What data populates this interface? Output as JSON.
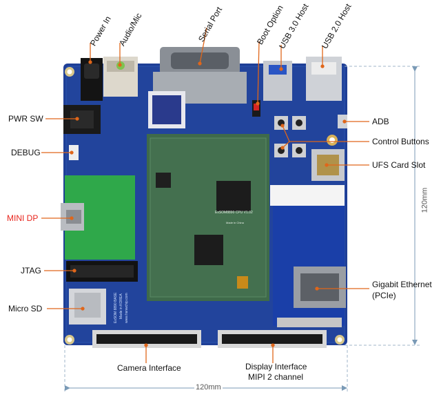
{
  "labels": {
    "power_in": "Power In",
    "audio_mic": "Audio/Mic",
    "serial_port": "Serial Port",
    "boot_option": "Boot Option",
    "usb3_host": "USB 3.0 Host",
    "usb2_host": "USB 2.0 Host",
    "pwr_sw": "PWR SW",
    "debug": "DEBUG",
    "mini_dp": "MINI DP",
    "jtag": "JTAG",
    "micro_sd": "Micro SD",
    "adb": "ADB",
    "control_buttons": "Control Buttons",
    "ufs_card_slot": "UFS Card Slot",
    "gigabit_ethernet_line1": "Gigabit Ethernet",
    "gigabit_ethernet_line2": "(PCIe)",
    "camera_interface": "Camera Interface",
    "display_interface_line1": "Display Interface",
    "display_interface_line2": "MIPI 2 channel"
  },
  "dimensions": {
    "width": "120mm",
    "height": "120mm"
  },
  "board_text": {
    "module_name": "ExSOM8890 CPU V1.02",
    "made_in": "Made in China",
    "base_name": "ExSOM 8890 BASE",
    "made_korea": "Made in KOREA",
    "website": "www.hsnwchip.com"
  },
  "colors": {
    "pcb_blue": "#1f3f96",
    "module_green": "#3f6a4a",
    "adapter_green": "#2fa84a",
    "leader_orange": "#e0661a",
    "mini_dp_red": "#e8241c"
  }
}
